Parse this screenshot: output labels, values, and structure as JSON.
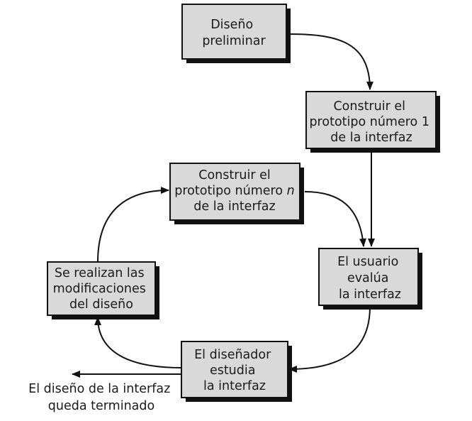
{
  "boxes": {
    "preliminar": {
      "lines": [
        "Diseño",
        "preliminar"
      ]
    },
    "prototipo_1": {
      "lines": [
        "Construir el",
        "prototipo número 1",
        "de la interfaz"
      ]
    },
    "prototipo_n": {
      "lines": [
        "Construir el",
        "prototipo número",
        "de la interfaz"
      ],
      "italic_suffix": "n"
    },
    "evalua": {
      "lines": [
        "El usuario",
        "evalúa",
        "la interfaz"
      ]
    },
    "estudia": {
      "lines": [
        "El diseñador",
        "estudia",
        "la interfaz"
      ]
    },
    "modificaciones": {
      "lines": [
        "Se realizan las",
        "modificaciones",
        "del diseño"
      ]
    }
  },
  "exit_label": {
    "lines": [
      "El diseño de la interfaz",
      "queda terminado"
    ]
  },
  "colors": {
    "box_fill": "#d9d9d9",
    "stroke": "#111111",
    "text": "#1a1a1a"
  }
}
